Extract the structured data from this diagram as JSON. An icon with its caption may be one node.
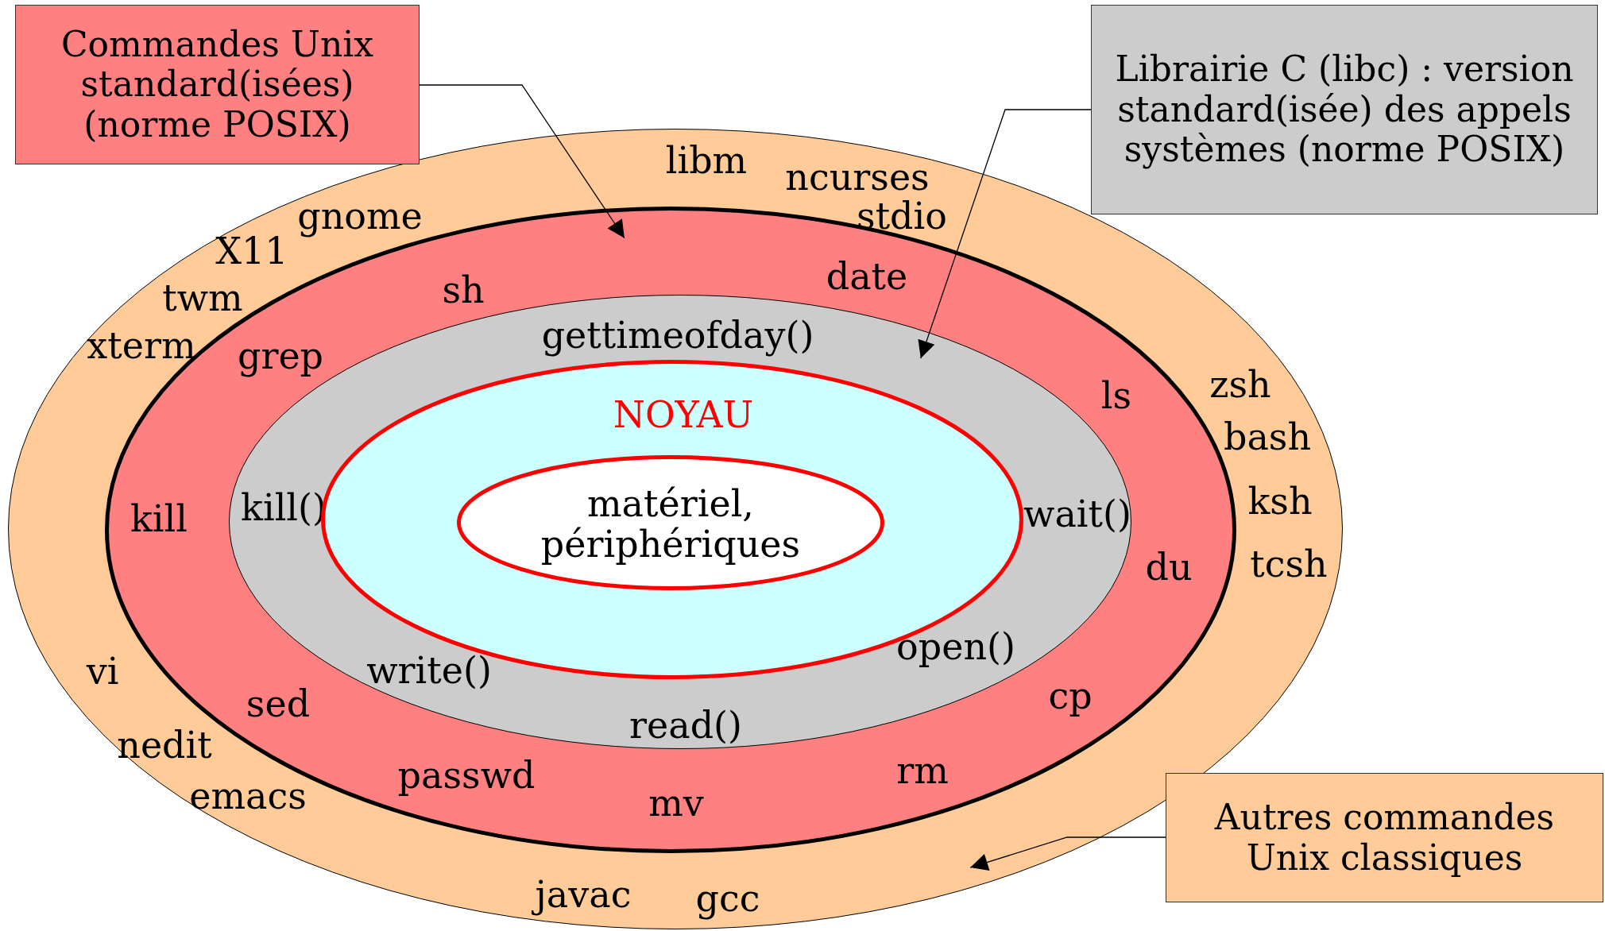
{
  "diagram": {
    "nodes": [
      {
        "text": [
          "libm",
          "ncurses",
          "gnome",
          "stdio",
          "X11",
          "twm",
          "xterm",
          "zsh",
          "bash",
          "ksh",
          "tcsh",
          "vi",
          "nedit",
          "emacs",
          "javac",
          "gcc"
        ]
      },
      {
        "text": [
          "sh",
          "date",
          "grep",
          "ls",
          "kill",
          "du",
          "sed",
          "cp",
          "passwd",
          "rm",
          "mv"
        ],
        "in": 0
      },
      {
        "text": [
          "gettimeofday()",
          "kill()",
          "wait()",
          "open()",
          "write()",
          "read()"
        ],
        "in": 1
      },
      {
        "text": [
          "NOYAU"
        ],
        "in": 2
      },
      {
        "text": [
          "matériel, périphériques"
        ],
        "in": 3
      },
      {
        "text": [
          "Commandes Unix standard(isées) (norme POSIX)"
        ]
      },
      {
        "text": [
          "Librairie C (libc) : version standard(isée) des appels systèmes (norme POSIX)"
        ]
      },
      {
        "text": [
          "Autres commandes Unix classiques"
        ]
      }
    ],
    "edges": [
      {
        "from": 5,
        "to": 1,
        "arrow": "to"
      },
      {
        "from": 6,
        "to": 2,
        "arrow": "to"
      },
      {
        "from": 7,
        "to": 0,
        "arrow": "to"
      }
    ]
  }
}
